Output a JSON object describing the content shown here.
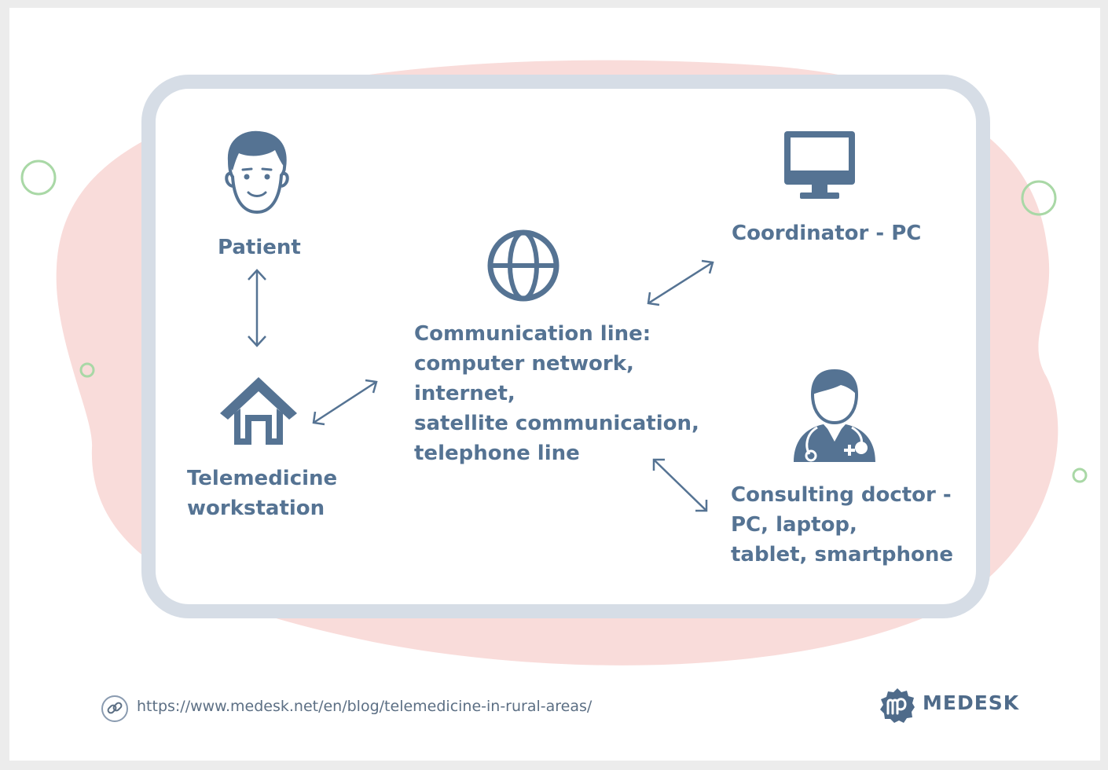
{
  "nodes": {
    "patient": {
      "label": "Patient",
      "icon": "person-face-icon"
    },
    "workstation": {
      "lines": [
        "Telemedicine",
        "workstation"
      ],
      "icon": "house-icon"
    },
    "communication": {
      "lines": [
        "Communication line:",
        "computer network,",
        "internet,",
        "satellite communication,",
        "telephone line"
      ],
      "icon": "globe-icon"
    },
    "coordinator": {
      "label": "Coordinator - PC",
      "icon": "monitor-icon"
    },
    "doctor": {
      "lines": [
        "Consulting doctor -",
        "PC, laptop,",
        "tablet, smartphone"
      ],
      "icon": "doctor-icon"
    }
  },
  "footer": {
    "url": "https://www.medesk.net/en/blog/telemedicine-in-rural-areas/",
    "link_icon": "link-icon",
    "brand": "MEDESK",
    "brand_icon": "medesk-logo-icon"
  },
  "colors": {
    "primary": "#557393",
    "blob": "#f9dcda",
    "frame": "#d6dde6",
    "accent_circle": "#a9d8a6"
  }
}
